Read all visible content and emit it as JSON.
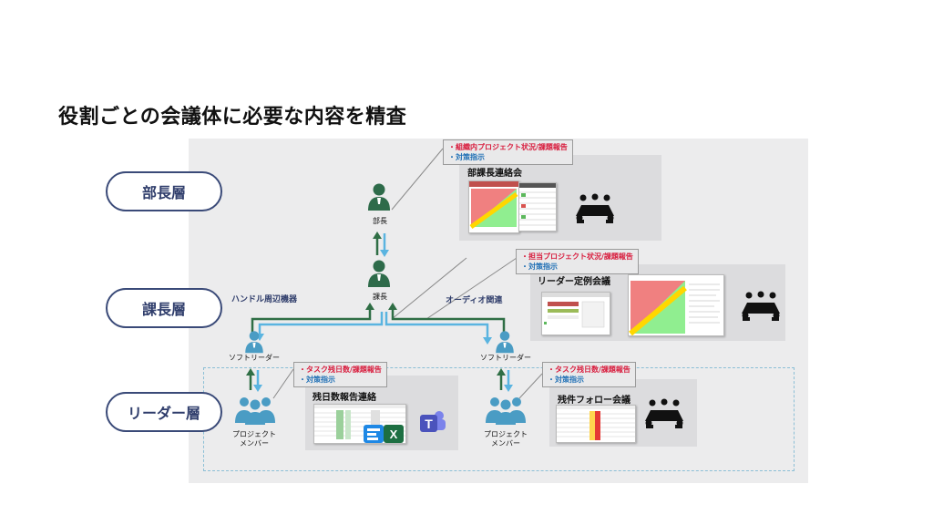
{
  "title": "役割ごとの会議体に必要な内容を精査",
  "levels": [
    {
      "label": "部長層"
    },
    {
      "label": "課長層"
    },
    {
      "label": "リーダー層"
    }
  ],
  "roles": {
    "bucho": "部長",
    "kacho": "課長",
    "soft_leader_left": "ソフトリーダー",
    "soft_leader_right": "ソフトリーダー",
    "member_left_line1": "プロジェクト",
    "member_left_line2": "メンバー",
    "member_right_line1": "プロジェクト",
    "member_right_line2": "メンバー"
  },
  "side_labels": {
    "left": "ハンドル周辺機器",
    "right": "オーディオ関連"
  },
  "meetings": {
    "bucho": "部課長連絡会",
    "kacho": "リーダー定例会議",
    "leader_left": "残日数報告連絡",
    "leader_right": "残件フォロー会議"
  },
  "notes": {
    "bucho": {
      "line1": "・組織内プロジェクト状況/課題報告",
      "line2": "・対策指示"
    },
    "kacho": {
      "line1": "・担当プロジェクト状況/課題報告",
      "line2": "・対策指示"
    },
    "leader_left": {
      "line1": "・タスク残日数/課題報告",
      "line2": "・対策指示"
    },
    "leader_right": {
      "line1": "・タスク残日数/課題報告",
      "line2": "・対策指示"
    }
  },
  "colors": {
    "accent_navy": "#2f3d6b",
    "person_green": "#2e6b4a",
    "person_blue": "#4a9cc4",
    "arrow_green": "#2f6e45",
    "arrow_blue": "#5ab4e0",
    "note_red": "#d81b3c",
    "note_blue": "#1f6fb5"
  }
}
